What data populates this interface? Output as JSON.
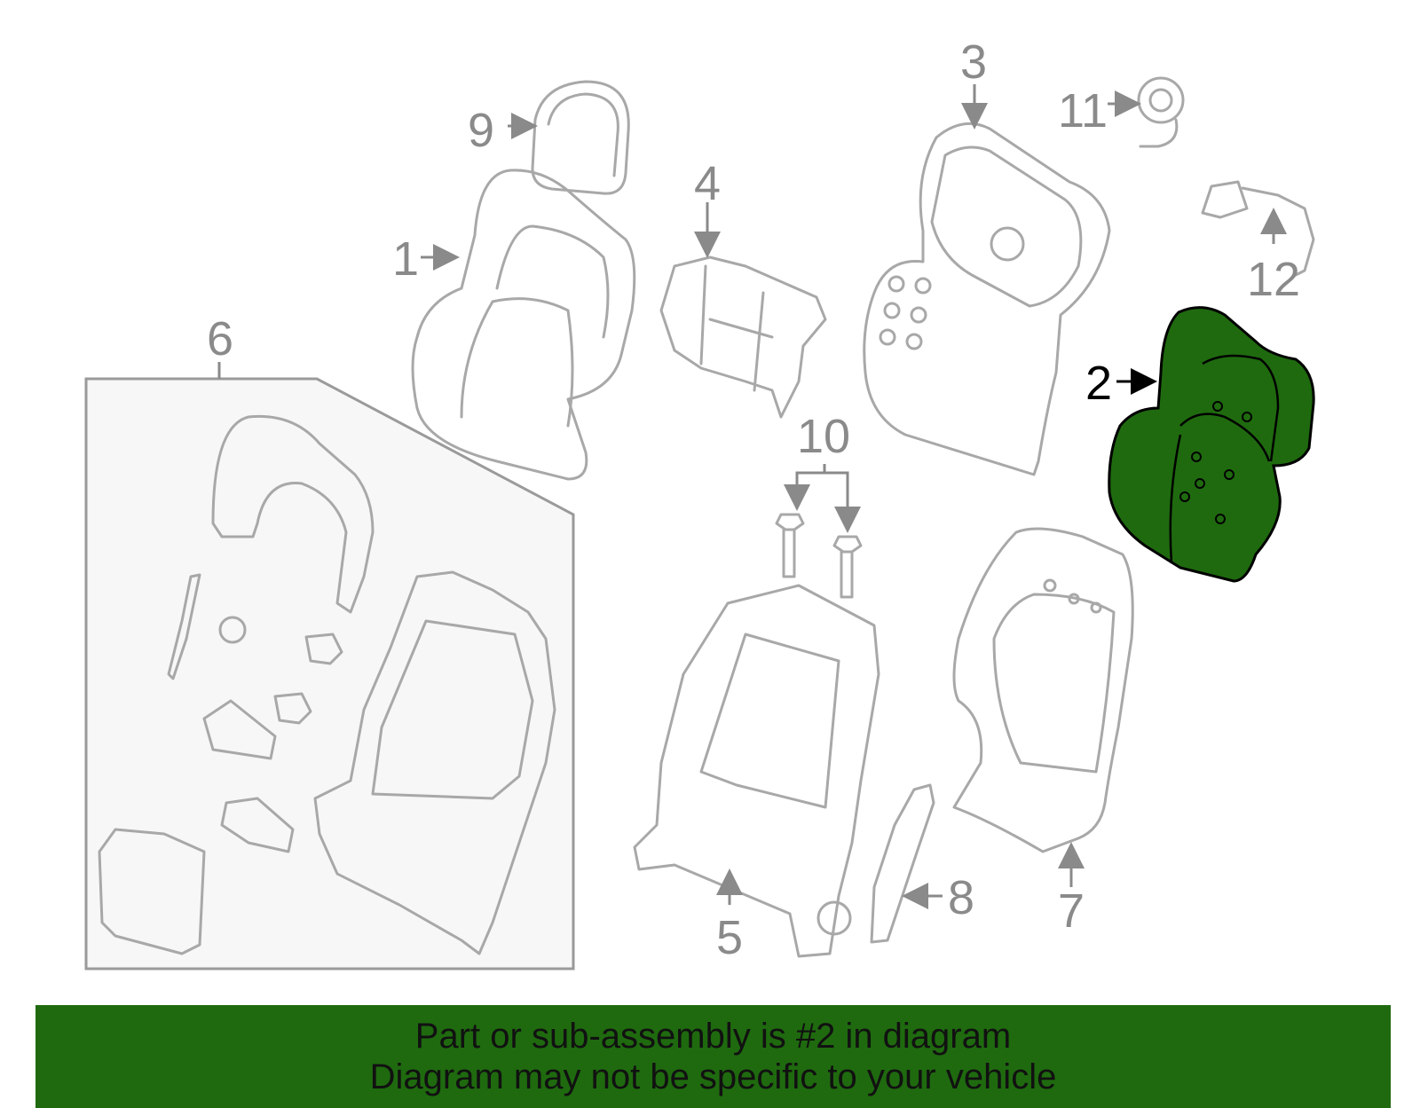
{
  "colors": {
    "highlight": "#1f6a0f",
    "banner_bg": "#1f6a0f",
    "callout_gray": "#8a8a8a",
    "part_stroke": "#a8a8a8",
    "subassembly_box_bg": "#f7f7f7"
  },
  "callouts": {
    "c1": "1",
    "c2": "2",
    "c3": "3",
    "c4": "4",
    "c5": "5",
    "c6": "6",
    "c7": "7",
    "c8": "8",
    "c9": "9",
    "c10": "10",
    "c11": "11",
    "c12": "12"
  },
  "highlighted_part": "2",
  "banner": {
    "line1": "Part or sub-assembly is #2 in diagram",
    "line2": "Diagram may not be specific to your vehicle"
  }
}
